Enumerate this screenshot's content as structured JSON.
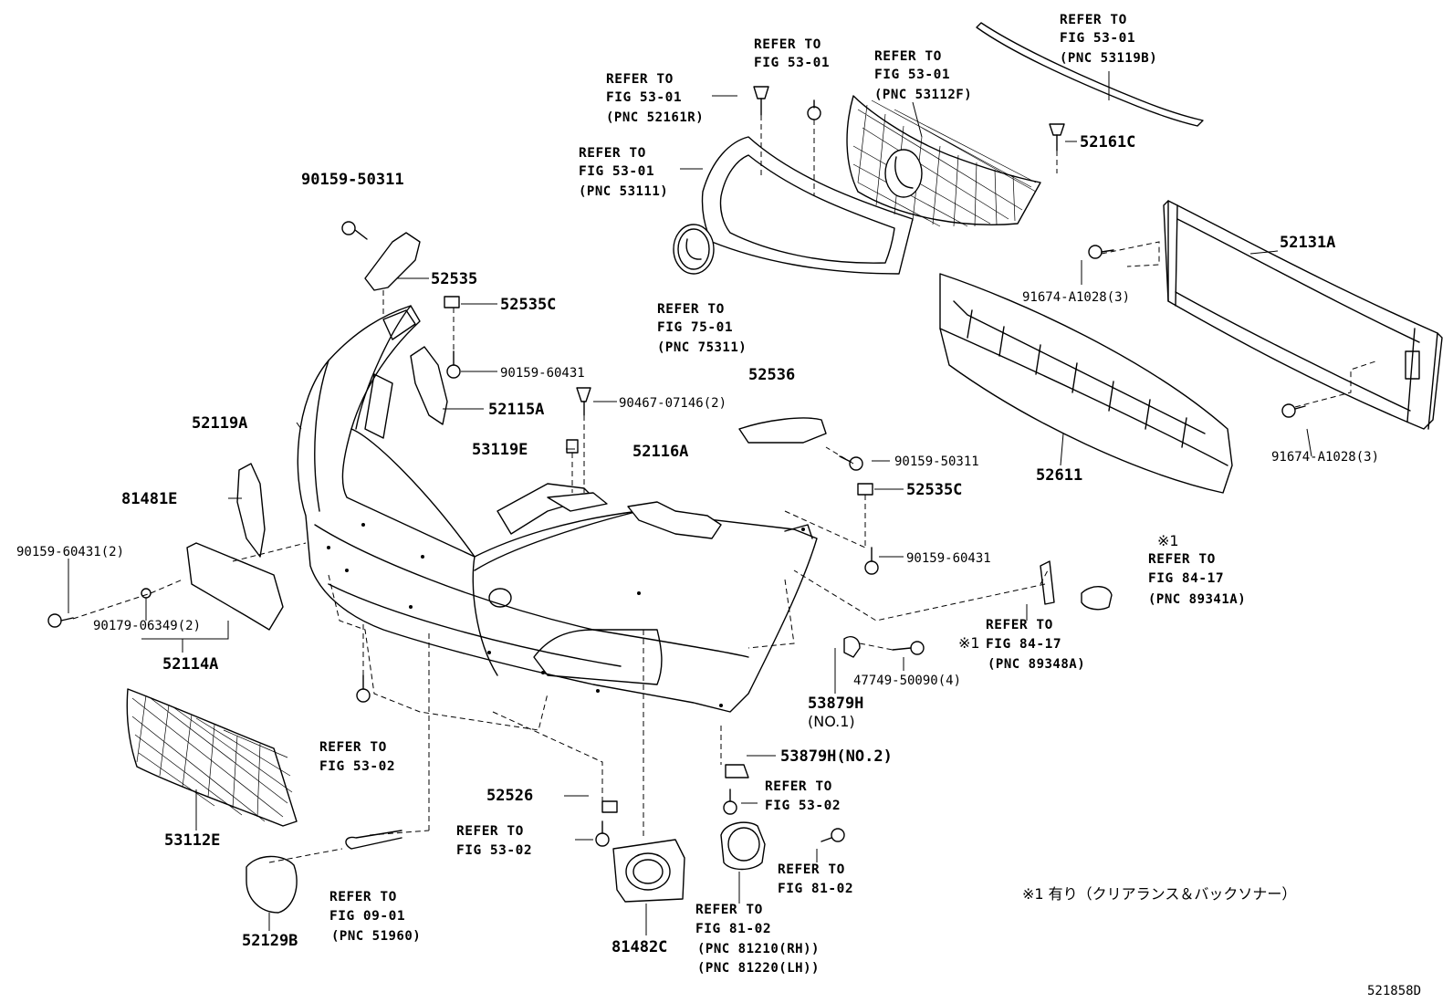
{
  "diagram": {
    "drawing_number": "521858D",
    "footnote": "※1 有り（クリアランス＆バックソナー）",
    "parts": {
      "p90159_50311_top": "90159-50311",
      "p52535": "52535",
      "p52535C_top": "52535C",
      "p90159_60431_top": "90159-60431",
      "p90467": "90467-07146(2)",
      "p52115A": "52115A",
      "p52119A": "52119A",
      "p53119E": "53119E",
      "p52116A": "52116A",
      "p52536": "52536",
      "p90159_50311_mid": "90159-50311",
      "p52535C_mid": "52535C",
      "p90159_60431_mid": "90159-60431",
      "p81481E": "81481E",
      "p90159_60431_2": "90159-60431(2)",
      "p90179": "90179-06349(2)",
      "p52114A": "52114A",
      "p52161C": "52161C",
      "p52131A": "52131A",
      "p91674_a": "91674-A1028(3)",
      "p91674_b": "91674-A1028(3)",
      "p52611": "52611",
      "p53879H": "53879H",
      "p53879H_no1": "(NO.1)",
      "p53879H_no2": "53879H(NO.2)",
      "p47749": "47749-50090(4)",
      "p52526": "52526",
      "p53112E": "53112E",
      "p52129B": "52129B",
      "p81482C": "81482C",
      "mark_1": "※1",
      "mark_1b": "※1"
    },
    "refs": {
      "r1": [
        "REFER TO",
        "FIG 53-01",
        "(PNC 52161R)"
      ],
      "r2": [
        "REFER TO",
        "FIG 53-01"
      ],
      "r3": [
        "REFER TO",
        "FIG 53-01",
        "(PNC 53112F)"
      ],
      "r4": [
        "REFER TO",
        "FIG 53-01",
        "(PNC 53119B)"
      ],
      "r5": [
        "REFER TO",
        "FIG 53-01",
        "(PNC 53111)"
      ],
      "r6": [
        "REFER TO",
        "FIG 75-01",
        "(PNC 75311)"
      ],
      "r7": [
        "REFER TO",
        "FIG 84-17",
        "(PNC 89341A)"
      ],
      "r8": [
        "REFER TO",
        "FIG 84-17",
        "(PNC 89348A)"
      ],
      "r9": [
        "REFER TO",
        "FIG 53-02"
      ],
      "r10": [
        "REFER TO",
        "FIG 53-02"
      ],
      "r11": [
        "REFER TO",
        "FIG 53-02"
      ],
      "r12": [
        "REFER TO",
        "FIG 81-02"
      ],
      "r13": [
        "REFER TO",
        "FIG 81-02",
        "(PNC 81210(RH))",
        "(PNC 81220(LH))"
      ],
      "r14": [
        "REFER TO",
        "FIG 09-01",
        "(PNC 51960)"
      ]
    }
  }
}
